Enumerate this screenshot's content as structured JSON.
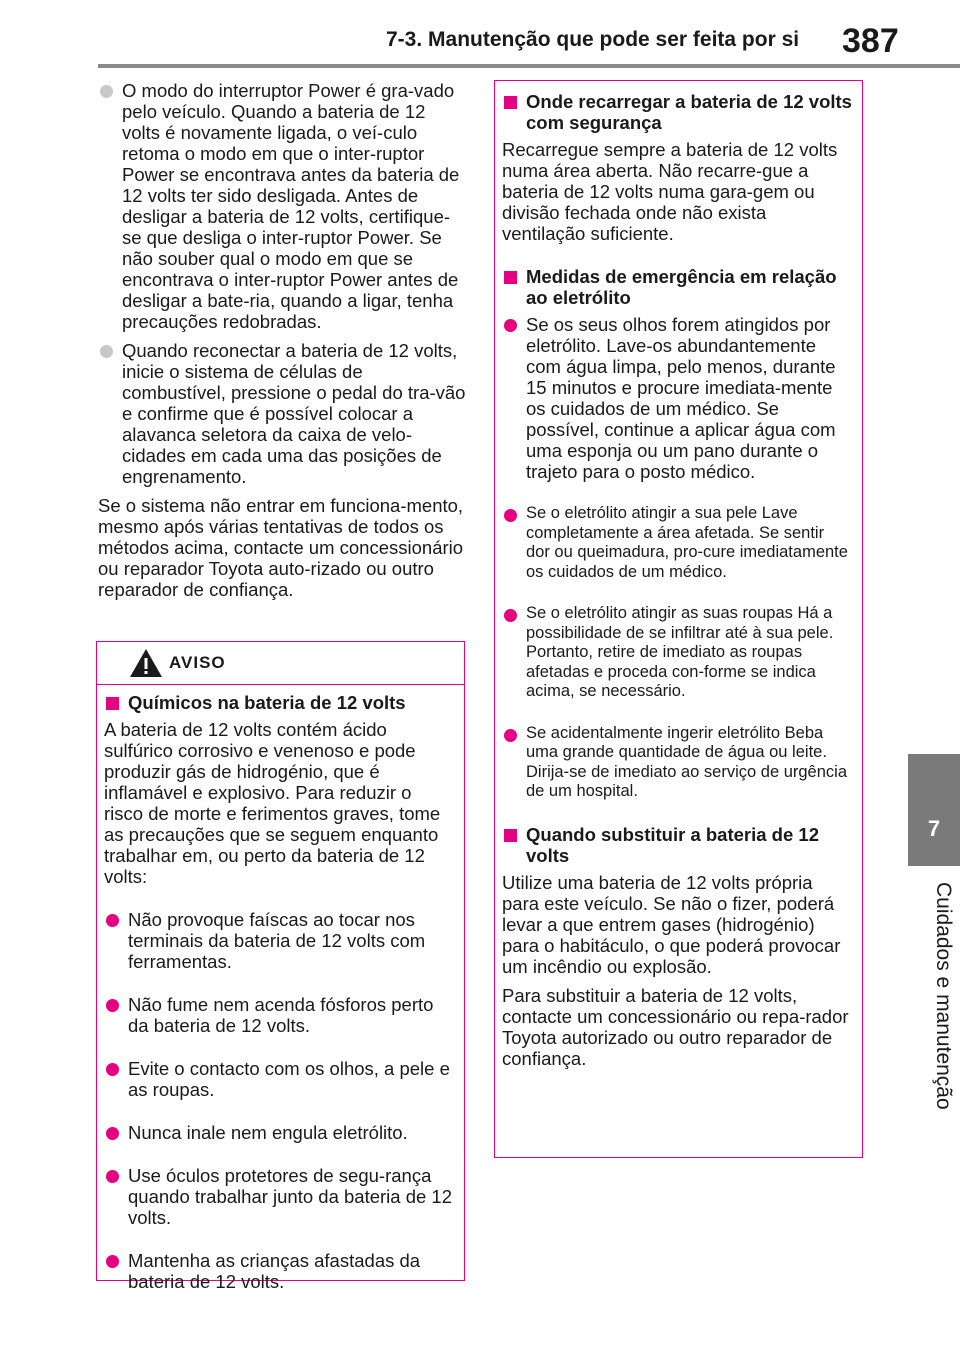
{
  "header": {
    "title": "7-3. Manutenção que pode ser feita por si",
    "page_number": "387"
  },
  "side": {
    "tab": "7",
    "label": "Cuidados e manutenção"
  },
  "left_col": {
    "bullet1": "O modo do interruptor Power é gra-vado pelo veículo. Quando a bateria de 12 volts é novamente ligada, o veí-culo retoma o modo em que o inter-ruptor Power se encontrava antes da bateria de 12 volts ter sido desligada. Antes de desligar a bateria de 12 volts, certifique-se que desliga o inter-ruptor Power. Se não souber qual o modo em que se encontrava o inter-ruptor Power antes de desligar a bate-ria, quando a ligar, tenha precauções redobradas.",
    "bullet2": "Quando reconectar a bateria de 12 volts, inicie o sistema de células de combustível, pressione o pedal do tra-vão e confirme que é possível colocar a alavanca seletora da caixa de velo-cidades em cada uma das posições de engrenamento.",
    "para": "Se o sistema não entrar em funciona-mento, mesmo após várias tentativas de todos os métodos acima, contacte um concessionário ou reparador Toyota auto-rizado ou outro reparador de confiança."
  },
  "aviso": {
    "title": "AVISO",
    "heading": "Químicos na bateria de 12 volts",
    "intro": "A bateria de 12 volts contém ácido sulfúrico corrosivo e venenoso e pode produzir gás de hidrogénio, que é inflamável e explosivo. Para reduzir o risco de morte e ferimentos graves, tome as precauções que se seguem enquanto trabalhar em, ou perto da bateria de 12 volts:",
    "items": [
      "Não provoque faíscas ao tocar nos terminais da bateria de 12 volts com ferramentas.",
      "Não fume nem acenda fósforos perto da bateria de 12 volts.",
      "Evite o contacto com os olhos, a pele e as roupas.",
      "Nunca inale nem engula eletrólito.",
      "Use óculos protetores de segu-rança quando trabalhar junto da bateria de 12 volts.",
      "Mantenha as crianças afastadas da bateria de 12 volts."
    ]
  },
  "right_box": {
    "h1": "Onde recarregar a bateria de 12 volts com segurança",
    "p1": "Recarregue sempre a bateria de 12 volts numa área aberta. Não recarre-gue a bateria de 12 volts numa gara-gem ou divisão fechada onde não exista ventilação suficiente.",
    "h2": "Medidas de emergência em relação ao eletrólito",
    "e1": "Se os seus olhos forem atingidos por eletrólito. Lave-os abundantemente com água limpa, pelo menos, durante 15 minutos e procure imediata-mente os cuidados de um médico. Se possível, continue a aplicar água com uma esponja ou um pano durante o trajeto para o posto médico.",
    "e2": "Se o eletrólito atingir a sua pele Lave completamente a área afetada. Se sentir dor ou queimadura, pro-cure imediatamente os cuidados de um médico.",
    "e3": "Se o eletrólito atingir as suas roupas Há a possibilidade de se infiltrar até à sua pele. Portanto, retire de imediato as roupas afetadas e proceda con-forme se indica acima, se necessário.",
    "e4": "Se acidentalmente ingerir eletrólito Beba uma grande quantidade de água ou leite. Dirija-se de imediato ao serviço de urgência de um hospital.",
    "h3": "Quando substituir a bateria de 12 volts",
    "p2": "Utilize uma bateria de 12 volts própria para este veículo. Se não o fizer, poderá levar a que entrem gases (hidrogénio) para o habitáculo, o que poderá provocar um incêndio ou explosão.",
    "p3": "Para substituir a bateria de 12 volts, contacte um concessionário ou repa-rador Toyota autorizado ou outro reparador de confiança."
  }
}
